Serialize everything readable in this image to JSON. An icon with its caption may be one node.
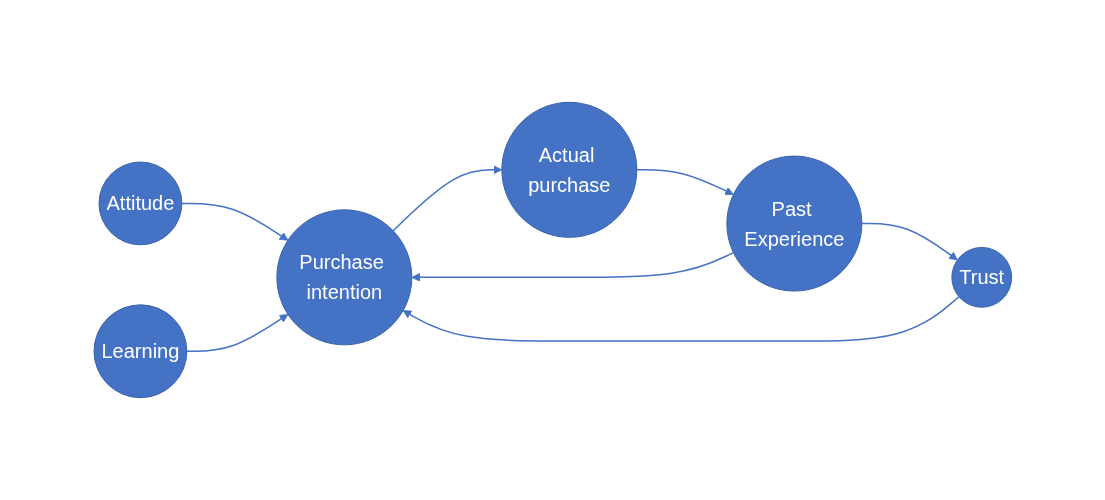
{
  "diagram": {
    "nodes": [
      {
        "text": [
          "Attitude"
        ]
      },
      {
        "text": [
          "Purchase intention"
        ]
      },
      {
        "text": [
          "Learning"
        ]
      },
      {
        "text": [
          "Trust"
        ]
      },
      {
        "text": [
          "Past Experience"
        ]
      },
      {
        "text": [
          "Actual purchase"
        ]
      }
    ],
    "edges": [
      {
        "from": 0,
        "to": 1,
        "arrow": "to"
      },
      {
        "from": 2,
        "to": 1,
        "arrow": "to"
      },
      {
        "from": 3,
        "to": 1,
        "arrow": "to"
      },
      {
        "from": 4,
        "to": 1,
        "arrow": "to"
      },
      {
        "from": 1,
        "to": 5,
        "arrow": "to"
      },
      {
        "from": 5,
        "to": 4,
        "arrow": "to"
      },
      {
        "from": 4,
        "to": 3,
        "arrow": "to"
      }
    ]
  }
}
